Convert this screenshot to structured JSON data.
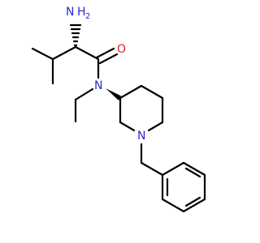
{
  "molecule": {
    "atoms": {
      "amine": {
        "main": "H",
        "sub": "2",
        "element": "N"
      },
      "carbonyl_oxygen": {
        "element": "O"
      },
      "amide_nitrogen": {
        "element": "N"
      },
      "ring_nitrogen": {
        "element": "N"
      }
    },
    "colors": {
      "bond": "#000000",
      "nitrogen": "#2b2bd6",
      "oxygen": "#e02020",
      "background": "#ffffff"
    },
    "stereo": {
      "alpha_carbon": "hashed-wedge",
      "ring_carbon": "solid-wedge"
    }
  }
}
